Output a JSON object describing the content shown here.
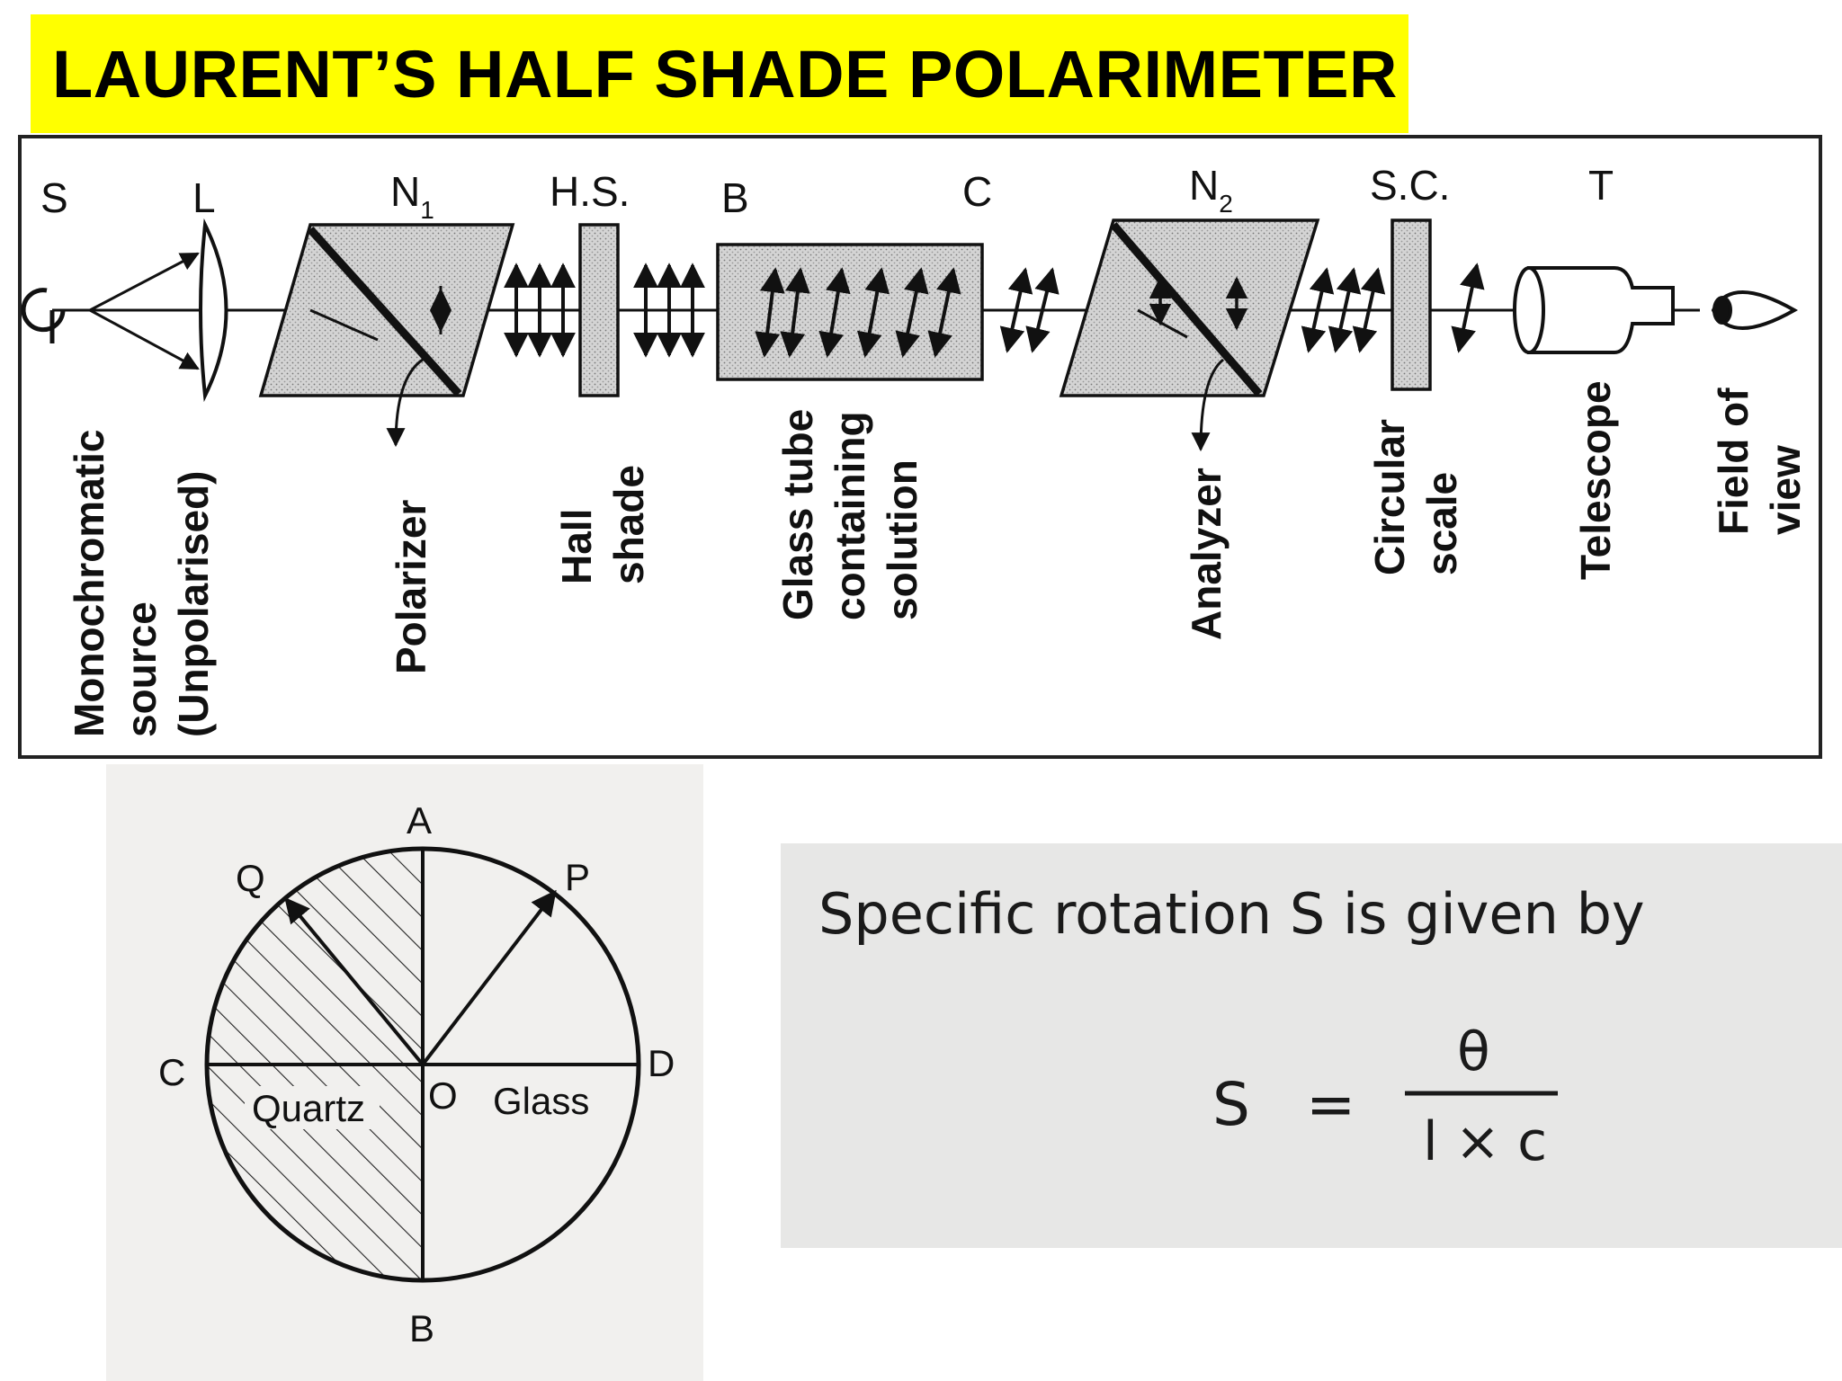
{
  "title": "LAURENT’S HALF SHADE POLARIMETER",
  "colors": {
    "title_background": "#ffff00",
    "shading": "#d0d0d0",
    "ink": "#111111"
  },
  "setup": {
    "top_labels": {
      "s": "S",
      "l": "L",
      "n1": "N",
      "n1_sub": "1",
      "hs": "H.S.",
      "b": "B",
      "c": "C",
      "n2": "N",
      "n2_sub": "2",
      "sc": "S.C.",
      "t": "T"
    },
    "component_labels": {
      "source": [
        "Monochromatic",
        "source",
        "(Unpolarised)"
      ],
      "polarizer": [
        "Polarizer"
      ],
      "half_shade": [
        "Hall",
        "shade"
      ],
      "glass_tube": [
        "Glass tube",
        "containing",
        "solution"
      ],
      "analyzer": [
        "Analyzer"
      ],
      "circular_scale": [
        "Circular",
        "scale"
      ],
      "telescope": [
        "Telescope"
      ],
      "field_of_view": [
        "Field of",
        "view"
      ]
    }
  },
  "half_shade_view": {
    "A": "A",
    "B": "B",
    "C": "C",
    "D": "D",
    "O": "O",
    "P": "P",
    "Q": "Q",
    "quartz": "Quartz",
    "glass": "Glass"
  },
  "formula": {
    "intro": "Specific rotation S is given by",
    "lhs": "S",
    "equals": "=",
    "numerator": "θ",
    "denominator": "l × c"
  }
}
